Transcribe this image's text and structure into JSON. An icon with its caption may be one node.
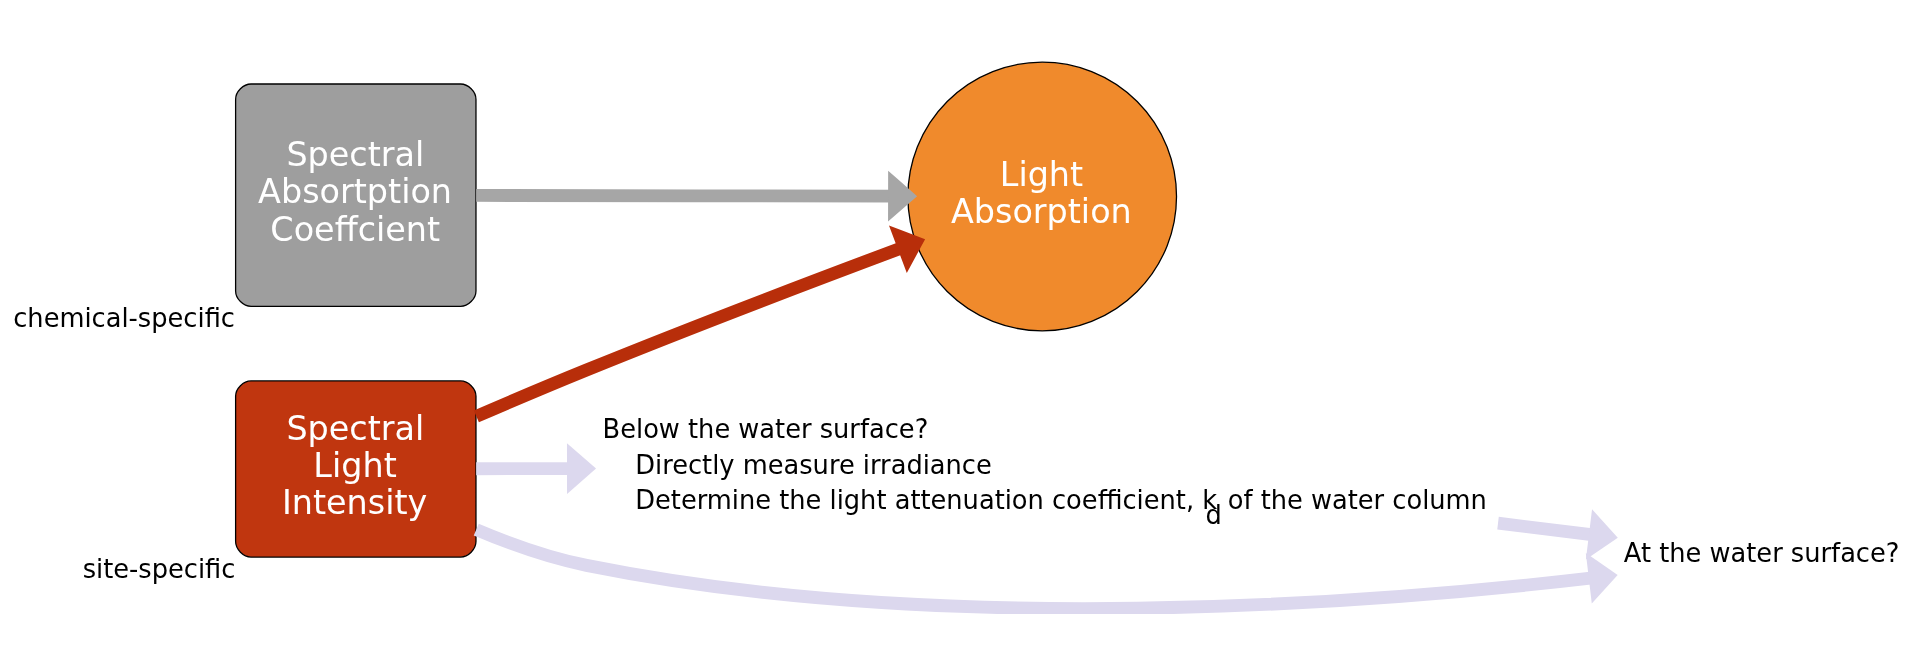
{
  "diagram": {
    "nodes": [
      {
        "text": [
          "Spectral Absortption Coeffcient"
        ],
        "beside": [
          "chemical-specific"
        ]
      },
      {
        "text": [
          "Light Absorption"
        ]
      },
      {
        "text": [
          "Spectral Light Intensity"
        ],
        "beside": [
          "site-specific"
        ]
      },
      {
        "text": [
          "Below the water surface?",
          "Directly measure irradiance",
          "Determine the light attenuation coefficient, k$_{d}$ of the water column"
        ]
      },
      {
        "text": [
          "At the water surface?"
        ]
      }
    ],
    "edges": [
      {
        "from": 0,
        "to": 1,
        "arrow": "to",
        "color": "#a6a6a6"
      },
      {
        "from": 2,
        "to": 1,
        "arrow": "to",
        "color": "#b82e0a"
      },
      {
        "from": 2,
        "to": 3,
        "arrow": "to"
      },
      {
        "from": 2,
        "to": 4,
        "arrow": "to"
      },
      {
        "from": 3,
        "to": 4,
        "arrow": "to"
      }
    ]
  }
}
